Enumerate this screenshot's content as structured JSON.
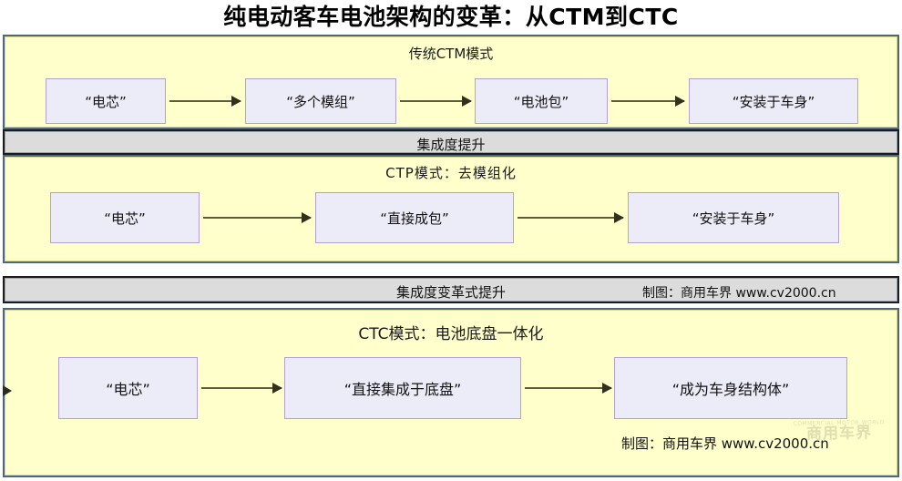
{
  "title": "纯电动客车电池架构的变革：从CTM到CTC",
  "sections": [
    {
      "name": "ctm",
      "heading": "传统CTM模式",
      "boxes": [
        {
          "label": "“电芯”"
        },
        {
          "label": "“多个模组”"
        },
        {
          "label": "“电池包”"
        },
        {
          "label": "“安装于车身”"
        }
      ]
    },
    {
      "name": "ctp",
      "heading": "CTP模式：去模组化",
      "boxes": [
        {
          "label": "“电芯”"
        },
        {
          "label": "“直接成包”"
        },
        {
          "label": "“安装于车身”"
        }
      ]
    },
    {
      "name": "ctc",
      "heading": "CTC模式：电池底盘一体化",
      "boxes": [
        {
          "label": "“电芯”"
        },
        {
          "label": "“直接集成于底盘”"
        },
        {
          "label": "“成为车身结构体”"
        }
      ]
    }
  ],
  "dividers": [
    {
      "name": "divider-1",
      "label": "集成度提升",
      "credit": ""
    },
    {
      "name": "divider-2",
      "label": "集成度变革式提升",
      "credit": "制图：商用车界 www.cv2000.cn"
    }
  ],
  "bottom_credit": "制图：商用车界 www.cv2000.cn",
  "watermark": {
    "top": "COMMERCIAL MOTOR WORLD",
    "main": "商用车界"
  },
  "colors": {
    "panel_background": "#ffffcc",
    "panel_border": "#4d6781",
    "box_fill": "#ececf8",
    "box_border": "#b3a0d4",
    "divider_fill": "#dcdcdc",
    "divider_border": "#1c1c1c",
    "arrow": "#5c5c3d"
  }
}
